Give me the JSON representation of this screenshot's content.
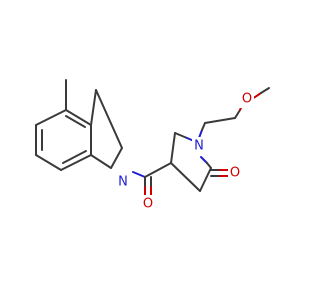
{
  "molecule": {
    "atoms": {
      "n_ring": {
        "symbol": "N",
        "color": "#1f1fd0"
      },
      "n_pyrrolidinone": {
        "symbol": "N",
        "color": "#1f1fd0"
      },
      "o_amide": {
        "symbol": "O",
        "color": "#d00000"
      },
      "o_lactam": {
        "symbol": "O",
        "color": "#d00000"
      },
      "o_ether": {
        "symbol": "O",
        "color": "#d00000"
      }
    }
  }
}
